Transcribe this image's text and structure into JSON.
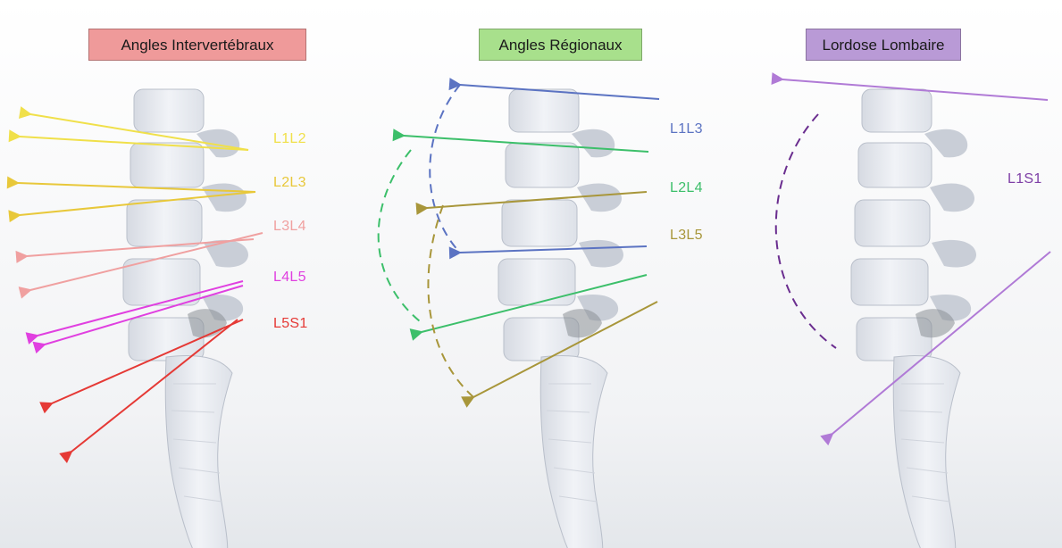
{
  "panels": [
    {
      "title": "Angles Intervertébraux",
      "title_bg": "#ef9a9a",
      "levels": [
        {
          "label": "L1L2",
          "color": "#f0e04a"
        },
        {
          "label": "L2L3",
          "color": "#e8c83a"
        },
        {
          "label": "L3L4",
          "color": "#f0a0a0"
        },
        {
          "label": "L4L5",
          "color": "#e040e0"
        },
        {
          "label": "L5S1",
          "color": "#e53935"
        }
      ]
    },
    {
      "title": "Angles Régionaux",
      "title_bg": "#a8e08c",
      "levels": [
        {
          "label": "L1L3",
          "color": "#5b73c2"
        },
        {
          "label": "L2L4",
          "color": "#3cbf6a"
        },
        {
          "label": "L3L5",
          "color": "#a8963a"
        }
      ]
    },
    {
      "title": "Lordose Lombaire",
      "title_bg": "#b99ad6",
      "levels": [
        {
          "label": "L1S1",
          "color": "#7e3fa6"
        }
      ]
    }
  ]
}
